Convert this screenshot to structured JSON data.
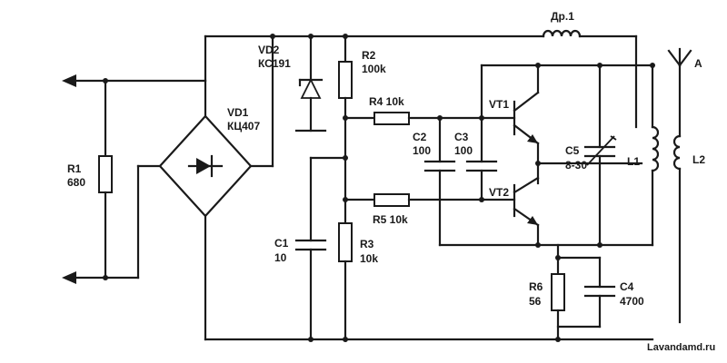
{
  "diagram": {
    "labels": {
      "vd2_ref": "VD2",
      "vd2_type": "КС191",
      "r2_ref": "R2",
      "r2_val": "100k",
      "vd1_ref": "VD1",
      "vd1_type": "КЦ407",
      "r1_ref": "R1",
      "r1_val": "680",
      "r4": "R4 10k",
      "vt1": "VT1",
      "vt2": "VT2",
      "c2_ref": "C2",
      "c2_val": "100",
      "c3_ref": "C3",
      "c3_val": "100",
      "c5_ref": "C5",
      "c5_val": "8-30",
      "l1": "L1",
      "l2": "L2",
      "antenna": "A",
      "choke": "Др.1",
      "r5": "R5 10k",
      "c1_ref": "C1",
      "c1_val": "10",
      "r3_ref": "R3",
      "r3_val": "10k",
      "r6_ref": "R6",
      "r6_val": "56",
      "c4_ref": "C4",
      "c4_val": "4700"
    },
    "watermark": "Lavandamd.ru"
  }
}
